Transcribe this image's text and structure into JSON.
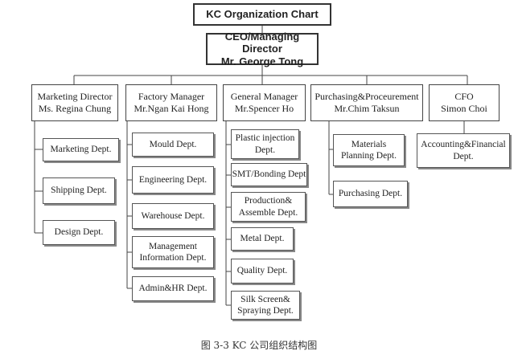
{
  "title": "KC Organization Chart",
  "ceo": {
    "role": "CEO/Managing Director",
    "name": "Mr. George Tong"
  },
  "heads": [
    {
      "role": "Marketing Director",
      "name": "Ms. Regina Chung"
    },
    {
      "role": "Factory Manager",
      "name": "Mr.Ngan Kai Hong"
    },
    {
      "role": "General Manager",
      "name": "Mr.Spencer Ho"
    },
    {
      "role": "Purchasing&Proceurement",
      "name": "Mr.Chim Taksun"
    },
    {
      "role": "CFO",
      "name": "Simon Choi"
    }
  ],
  "departments": {
    "marketing": [
      "Marketing Dept.",
      "Shipping Dept.",
      "Design Dept."
    ],
    "factory": [
      "Mould Dept.",
      "Engineering Dept.",
      "Warehouse Dept.",
      "Management Information Dept.",
      "Admin&HR Dept."
    ],
    "general": [
      "Plastic injection Dept.",
      "SMT/Bonding Dept",
      "Production& Assemble Dept.",
      "Metal Dept.",
      "Quality Dept.",
      "Silk Screen& Spraying Dept."
    ],
    "purchasing": [
      "Materials Planning Dept.",
      "Purchasing Dept."
    ],
    "cfo": [
      "Accounting&Financial Dept."
    ]
  },
  "caption": "图 3-3 KC 公司组织结构图"
}
